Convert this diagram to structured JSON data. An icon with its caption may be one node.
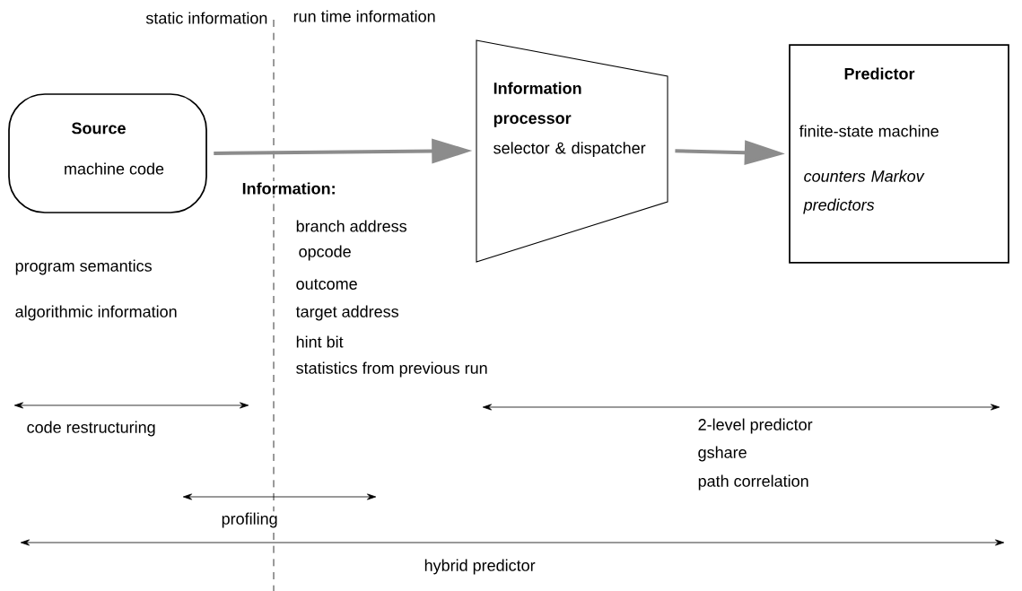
{
  "diagram": {
    "nodes": [
      {
        "text": [
          "Source",
          "machine code"
        ]
      },
      {
        "text": [
          "Information processor",
          "selector & dispatcher"
        ]
      },
      {
        "text": [
          "Predictor",
          "finite-state machine",
          "counters Markov predictors"
        ]
      }
    ],
    "edges": [
      {
        "from": 0,
        "to": 1,
        "arrow": "to"
      },
      {
        "from": 1,
        "to": 2,
        "arrow": "to"
      }
    ],
    "labels": [
      "static information",
      "run time information",
      "Information:",
      "branch address",
      "opcode",
      "program semantics",
      "outcome",
      "algorithmic information",
      "target address",
      "hint bit",
      "statistics from previous run",
      "code restructuring",
      "2-level predictor",
      "gshare",
      "path correlation",
      "profiling",
      "hybrid predictor"
    ]
  }
}
